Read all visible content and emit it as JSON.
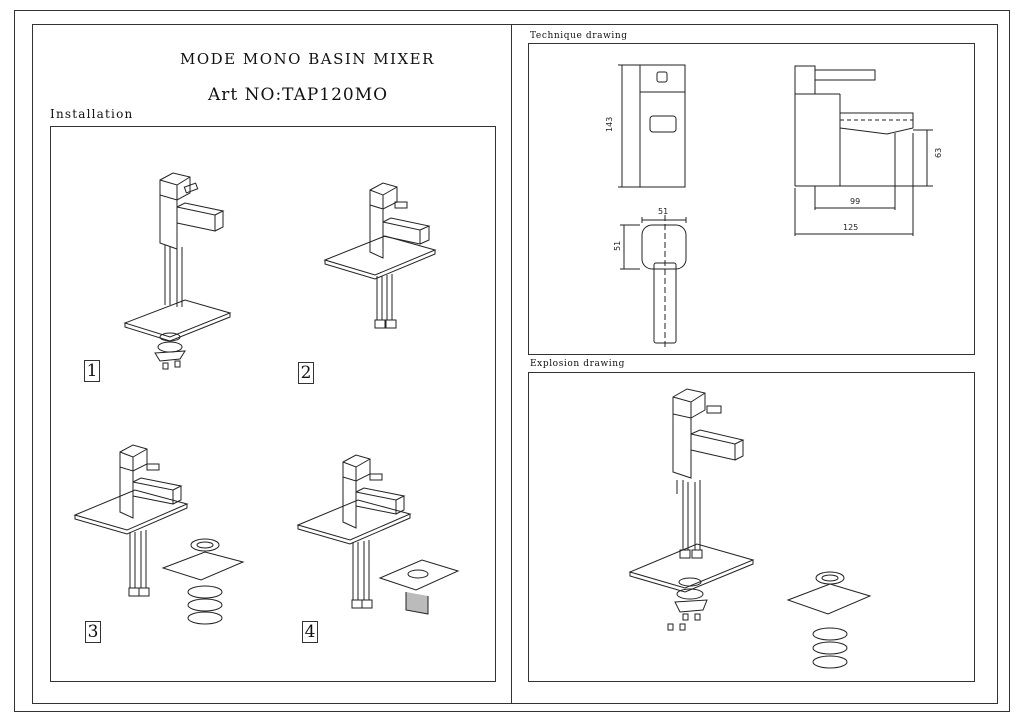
{
  "title": "MODE MONO BASIN MIXER",
  "art_no": "Art NO:TAP120MO",
  "sections": {
    "installation": "Installation",
    "technique": "Technique drawing",
    "explosion": "Explosion drawing"
  },
  "steps": [
    "1",
    "2",
    "3",
    "4"
  ],
  "dimensions": {
    "height": "143",
    "width_top": "51",
    "depth_top": "51",
    "spout_height": "63",
    "spout_reach": "99",
    "total_length": "125"
  }
}
